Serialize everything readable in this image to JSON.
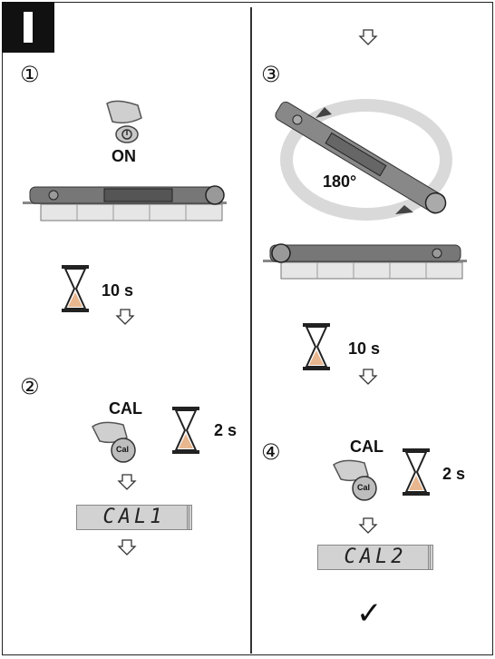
{
  "section_marker": "I",
  "left": {
    "step1": {
      "number": "①",
      "on_label": "ON",
      "timer": "10 s"
    },
    "step2": {
      "number": "②",
      "cal_label": "CAL",
      "button_text": "Cal",
      "timer": "2 s",
      "display": "CAL1"
    }
  },
  "right": {
    "step3": {
      "number": "③",
      "angle": "180°",
      "timer": "10 s"
    },
    "step4": {
      "number": "④",
      "cal_label": "CAL",
      "button_text": "Cal",
      "timer": "2 s",
      "display": "CAL2",
      "done": "✓"
    }
  },
  "colors": {
    "hourglass_sand": "#e8b78f",
    "lcd_bg": "#d2d2d2",
    "rotation_ring": "#d9d9d9"
  }
}
